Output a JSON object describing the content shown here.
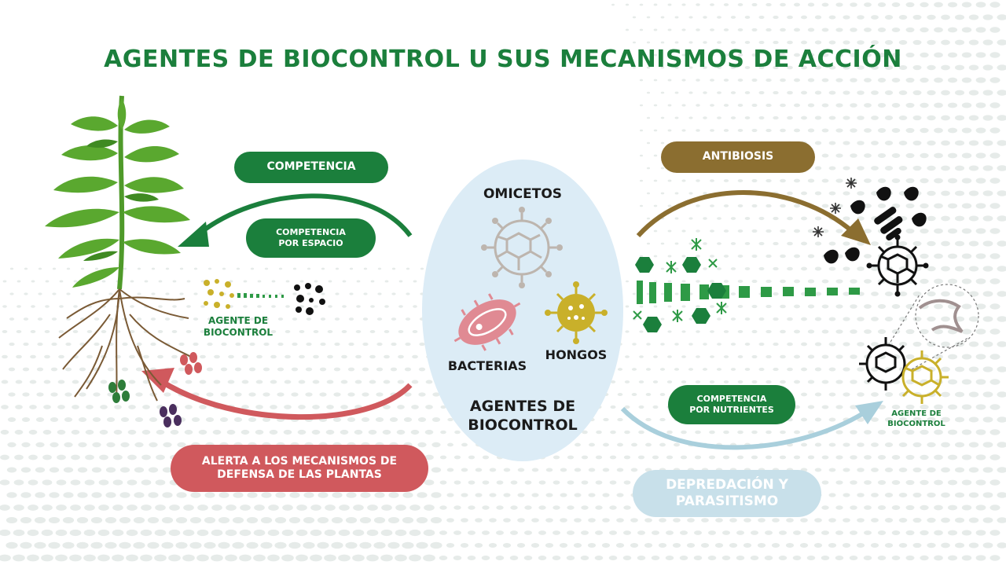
{
  "title": "AGENTES DE BIOCONTROL U SUS MECANISMOS DE ACCIÓN",
  "mechanisms": {
    "competencia": "COMPETENCIA",
    "competencia_espacio": [
      "COMPETENCIA",
      "POR ESPACIO"
    ],
    "alerta": [
      "ALERTA A LOS MECANISMOS DE",
      "DEFENSA DE LAS PLANTAS"
    ],
    "antibiosis": "ANTIBIOSIS",
    "competencia_nutrientes": [
      "COMPETENCIA",
      "POR NUTRIENTES"
    ],
    "depredacion": [
      "DEPREDACIÓN Y",
      "PARASITISMO"
    ]
  },
  "center": {
    "omicetos": "OMICETOS",
    "bacterias": "BACTERIAS",
    "hongos": "HONGOS",
    "label": [
      "AGENTES DE",
      "BIOCONTROL"
    ]
  },
  "agent_left": [
    "AGENTE DE",
    "BIOCONTROL"
  ],
  "agent_right": [
    "AGENTE DE",
    "BIOCONTROL"
  ],
  "colors": {
    "green": "#1b7f3c",
    "brown": "#8b6e30",
    "red": "#d0595d",
    "lightblue": "#a9cfdc",
    "ellipse": "#dcecf6",
    "yellow": "#c9b02a",
    "grey": "#bdb5ae",
    "pink": "#e08a93"
  },
  "icons": [
    "plant-icon",
    "omiceto-icon",
    "bacteria-icon",
    "fungus-icon",
    "pathogen-virus-icon",
    "bacilli-icon"
  ]
}
